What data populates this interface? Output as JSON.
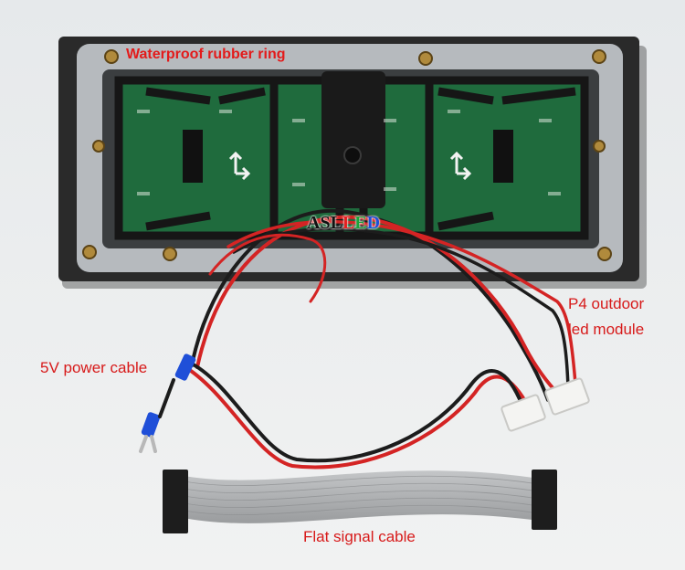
{
  "labels": {
    "ring": "Waterproof rubber ring",
    "module_line1": "P4 outdoor",
    "module_line2": "led module",
    "power": "5V power cable",
    "flat": "Flat signal cable"
  },
  "logo": {
    "letters": [
      "A",
      "S",
      "L",
      "L",
      "E",
      "D"
    ],
    "letter_colors": [
      "#111111",
      "#111111",
      "#111111",
      "#e32020",
      "#1aa33a",
      "#1f4fd8"
    ]
  },
  "colors": {
    "background": "#eceeef",
    "frame": "#2a2a2a",
    "rubber_ring": "#cfd3d8",
    "pcb": "#1f6b3d",
    "red_wire": "#d42424",
    "black_wire": "#1c1c1c",
    "ribbon": "#a9abad",
    "label_text": "#e31b1b"
  }
}
